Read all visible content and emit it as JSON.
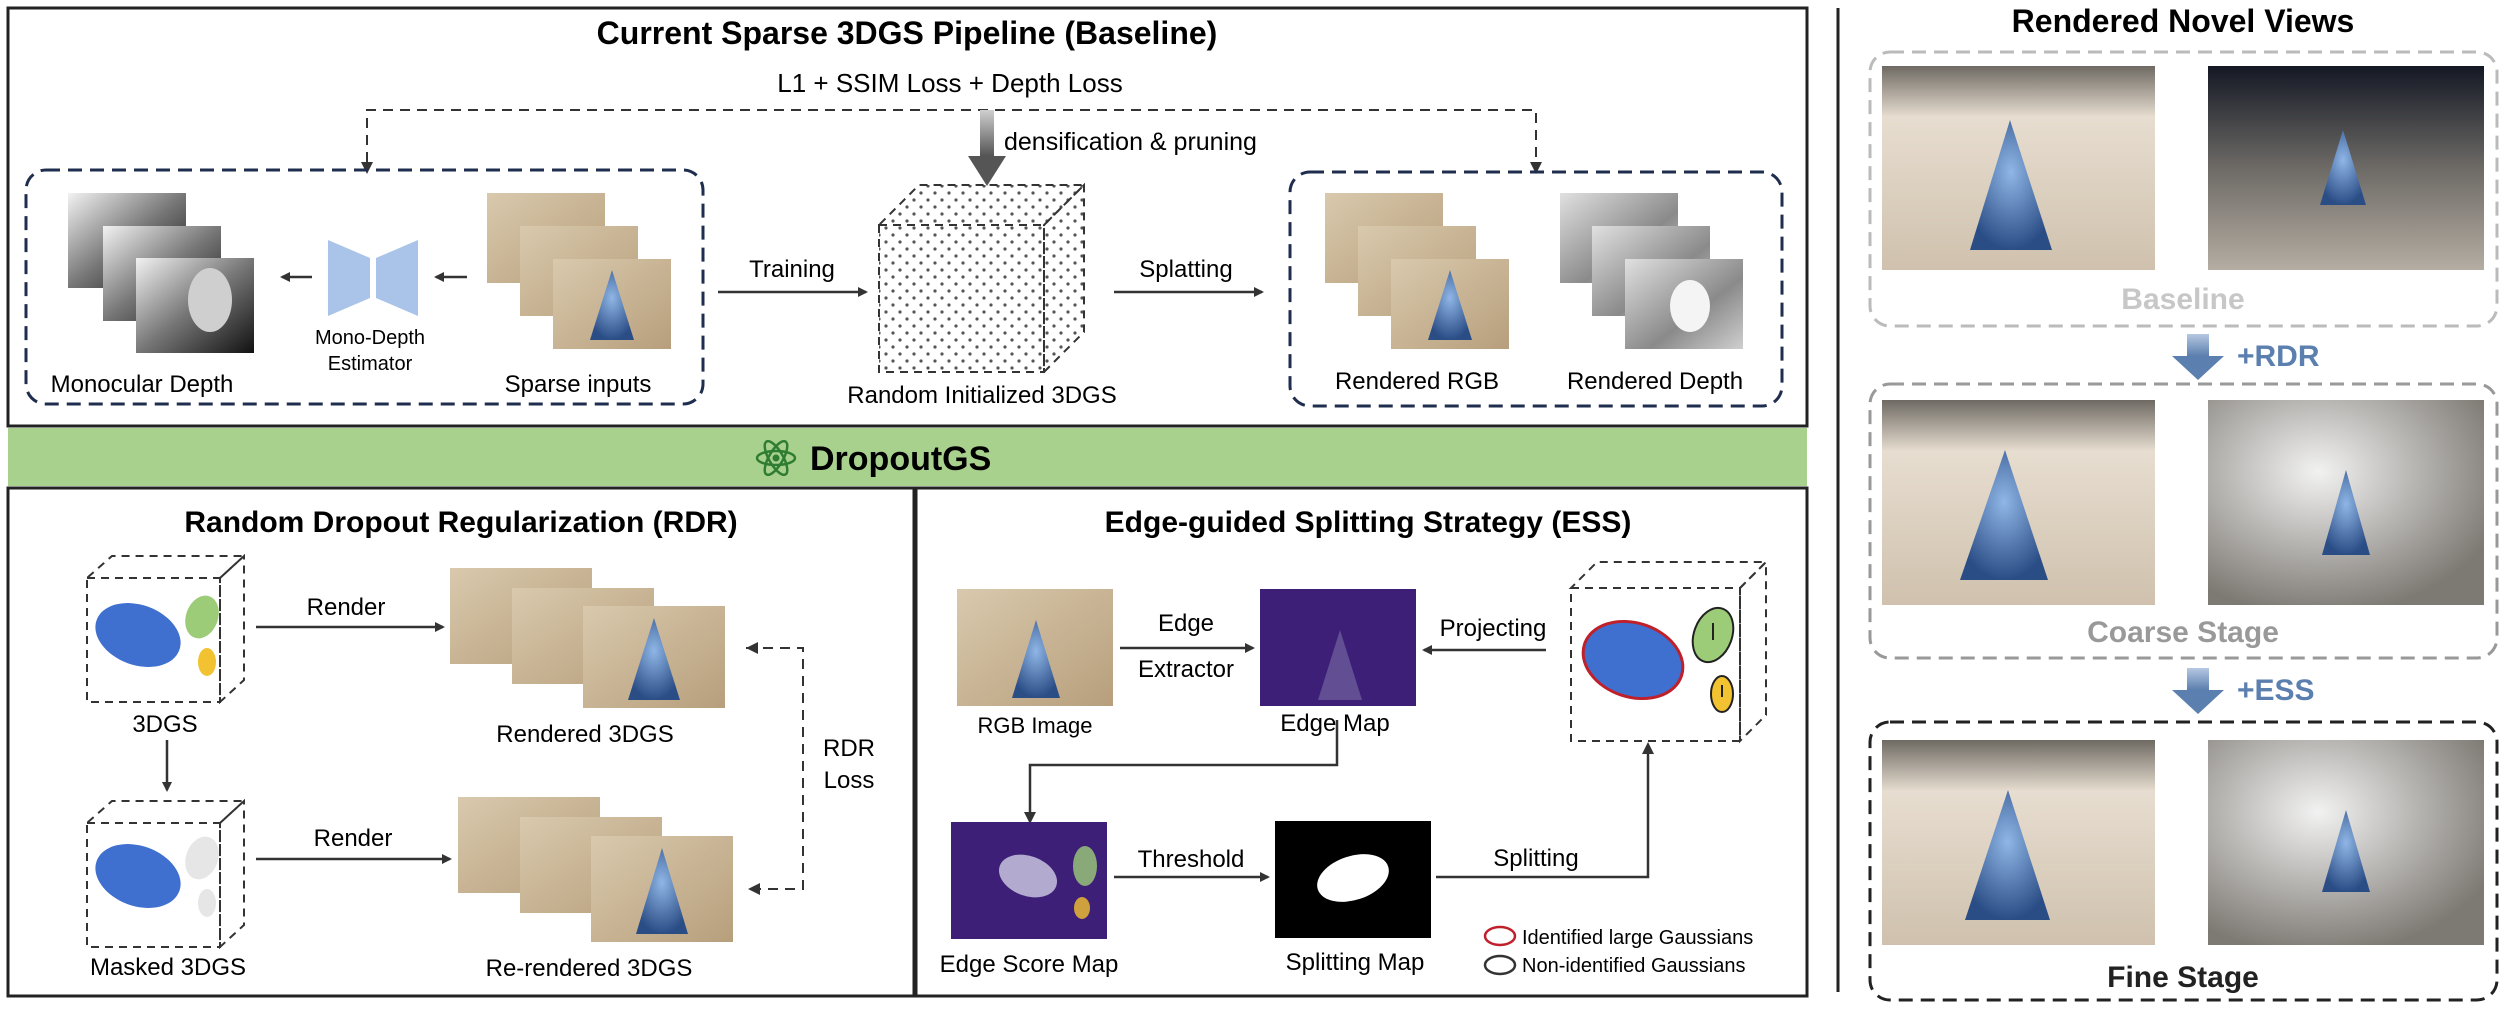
{
  "baseline": {
    "title": "Current Sparse 3DGS Pipeline (Baseline)",
    "loss_label": "L1 + SSIM Loss + Depth Loss",
    "densify_label": "densification & pruning",
    "monocular_depth": "Monocular Depth",
    "estimator_line1": "Mono-Depth",
    "estimator_line2": "Estimator",
    "sparse_inputs": "Sparse inputs",
    "training": "Training",
    "random_init": "Random Initialized 3DGS",
    "splatting": "Splatting",
    "rendered_rgb": "Rendered RGB",
    "rendered_depth": "Rendered Depth"
  },
  "banner": {
    "title": "DropoutGS",
    "icon": "atom-icon",
    "color": "#a9d18e"
  },
  "rdr": {
    "title": "Random Dropout Regularization (RDR)",
    "render1": "Render",
    "label_3dgs": "3DGS",
    "rendered_3dgs": "Rendered 3DGS",
    "loss_line1": "RDR",
    "loss_line2": "Loss",
    "render2": "Render",
    "masked_3dgs": "Masked 3DGS",
    "rerendered_3dgs": "Re-rendered 3DGS"
  },
  "ess": {
    "title": "Edge-guided Splitting Strategy (ESS)",
    "rgb_image": "RGB Image",
    "edge_line1": "Edge",
    "edge_line2": "Extractor",
    "edge_map": "Edge Map",
    "projecting": "Projecting",
    "edge_score_map": "Edge Score Map",
    "threshold": "Threshold",
    "splitting_map": "Splitting Map",
    "splitting": "Splitting",
    "legend_identified": "Identified large Gaussians",
    "legend_non_identified": "Non-identified Gaussians"
  },
  "novel_views": {
    "title": "Rendered Novel Views",
    "baseline_label": "Baseline",
    "rdr_step": "+RDR",
    "coarse_label": "Coarse Stage",
    "ess_step": "+ESS",
    "fine_label": "Fine Stage"
  },
  "colors": {
    "blue_gaussian": "#3f6fcf",
    "green_gaussian": "#9ccc78",
    "yellow_gaussian": "#f2c230",
    "dark_navy": "#1f2d4e",
    "step_blue": "#5b7fae",
    "edge_purple": "#3e1f78",
    "identified_red": "#c0202a"
  }
}
